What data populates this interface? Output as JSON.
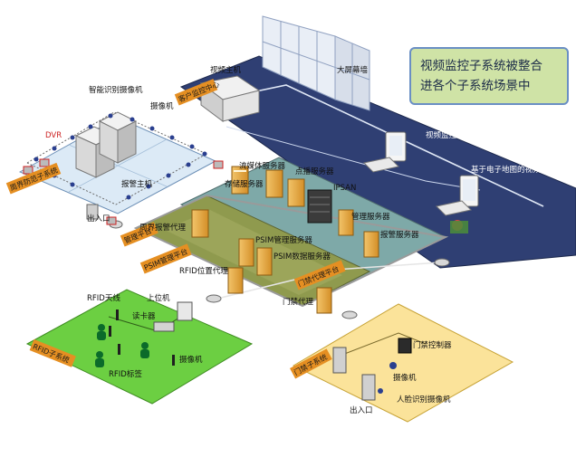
{
  "callout": {
    "line1": "视频监控子系统被整合",
    "line2": "进各个子系统场景中"
  },
  "zones": {
    "command_center": "客户监控中心",
    "perimeter": "周界防范子系统",
    "management": "管理平台",
    "psim": "PSIM管理平台",
    "rfid": "RFID子系统",
    "access": "门禁子系统",
    "access_agent": "门禁代理平台"
  },
  "labels": {
    "video_host": "视频主机",
    "video_wall": "大屏幕墙",
    "video_client": "视频监控客户端",
    "emap_client": "基于电子地图的视频监控客户端",
    "smart_cam": "智能识别摄像机",
    "camera_top": "摄像机",
    "dvr": "DVR",
    "alarm_host": "报警主机",
    "entrance": "出入口",
    "media_server": "流媒体服务器",
    "storage_server": "存储服务器",
    "point_server": "点播服务器",
    "ipsan": "IPSAN",
    "mgmt_server": "管理服务器",
    "alarm_server": "报警服务器",
    "perimeter_agent": "周界报警代理",
    "psim_mgmt_server": "PSIM管理服务器",
    "psim_data_server": "PSIM数据服务器",
    "rfid_agent": "RFID位置代理",
    "access_proxy": "门禁代理",
    "rfid_reader": "RFID天线",
    "upper_pc": "上位机",
    "card_reader": "读卡器",
    "rfid_tag": "RFID标签",
    "camera_rfid": "摄像机",
    "door_ctrl": "门禁控制器",
    "camera_access": "摄像机",
    "face_cam": "人脸识别摄像机",
    "entrance_access": "出入口"
  },
  "colors": {
    "navy": "#2f3f73",
    "teal": "#7ea9a8",
    "olive": "#8f9a4e",
    "perimeter_floor": "#dceaf6",
    "rfid_floor": "#6ccf42",
    "access_floor": "#fbe39a",
    "tag_orange": "#e58f22"
  }
}
